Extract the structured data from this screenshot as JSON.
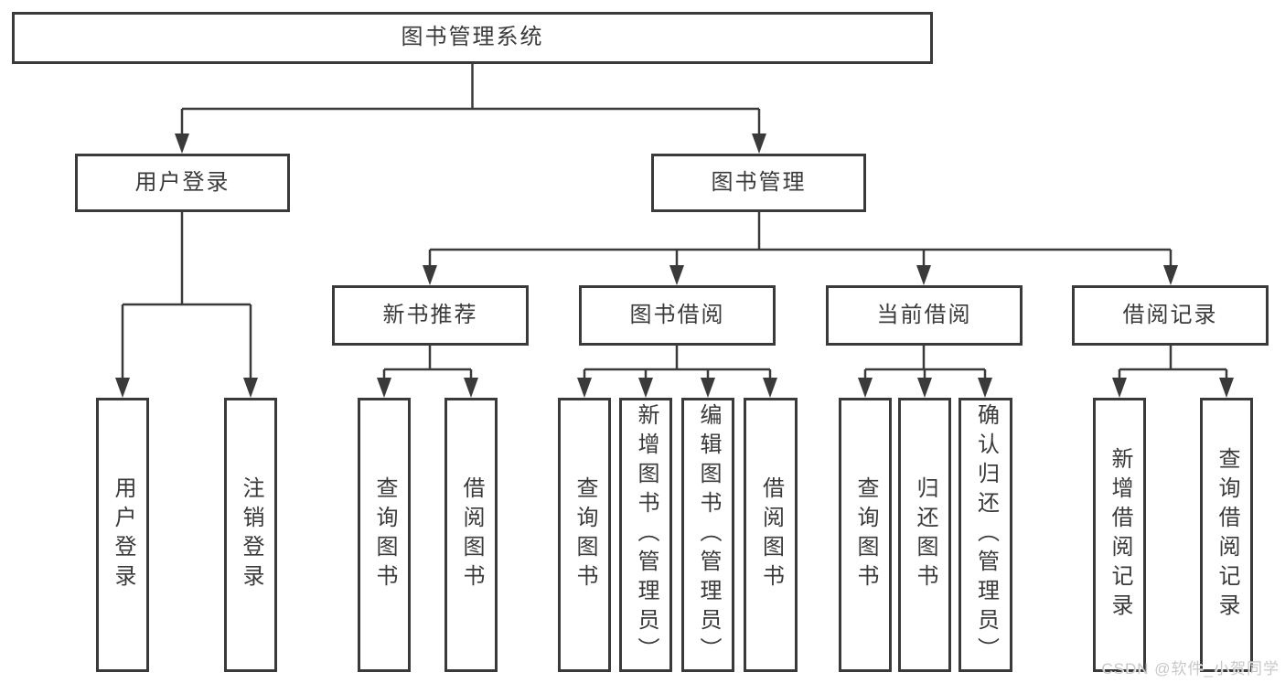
{
  "colors": {
    "line": "#3a3a3a",
    "text": "#3a3a3a",
    "box_background": "#ffffff",
    "page_background": "#ffffff",
    "watermark": "#c8c8c8"
  },
  "nodes": {
    "root": "图书管理系统",
    "user_login": "用户登录",
    "book_mgmt": "图书管理",
    "new_book_rec": "新书推荐",
    "book_borrow": "图书借阅",
    "current_borrow": "当前借阅",
    "borrow_records": "借阅记录",
    "leaf_user_login": "用户登录",
    "leaf_logout": "注销登录",
    "leaf_query_books_a": "查询图书",
    "leaf_borrow_books_a": "借阅图书",
    "leaf_query_books_b": "查询图书",
    "leaf_add_book": "新增图书（管理员）",
    "leaf_edit_book": "编辑图书（管理员）",
    "leaf_borrow_books_b": "借阅图书",
    "leaf_query_books_c": "查询图书",
    "leaf_return_book": "归还图书",
    "leaf_confirm_return": "确认归还（管理员）",
    "leaf_add_borrow_record": "新增借阅记录",
    "leaf_query_borrow_record": "查询借阅记录"
  },
  "watermark": "CSDN @软件_小贺同学"
}
